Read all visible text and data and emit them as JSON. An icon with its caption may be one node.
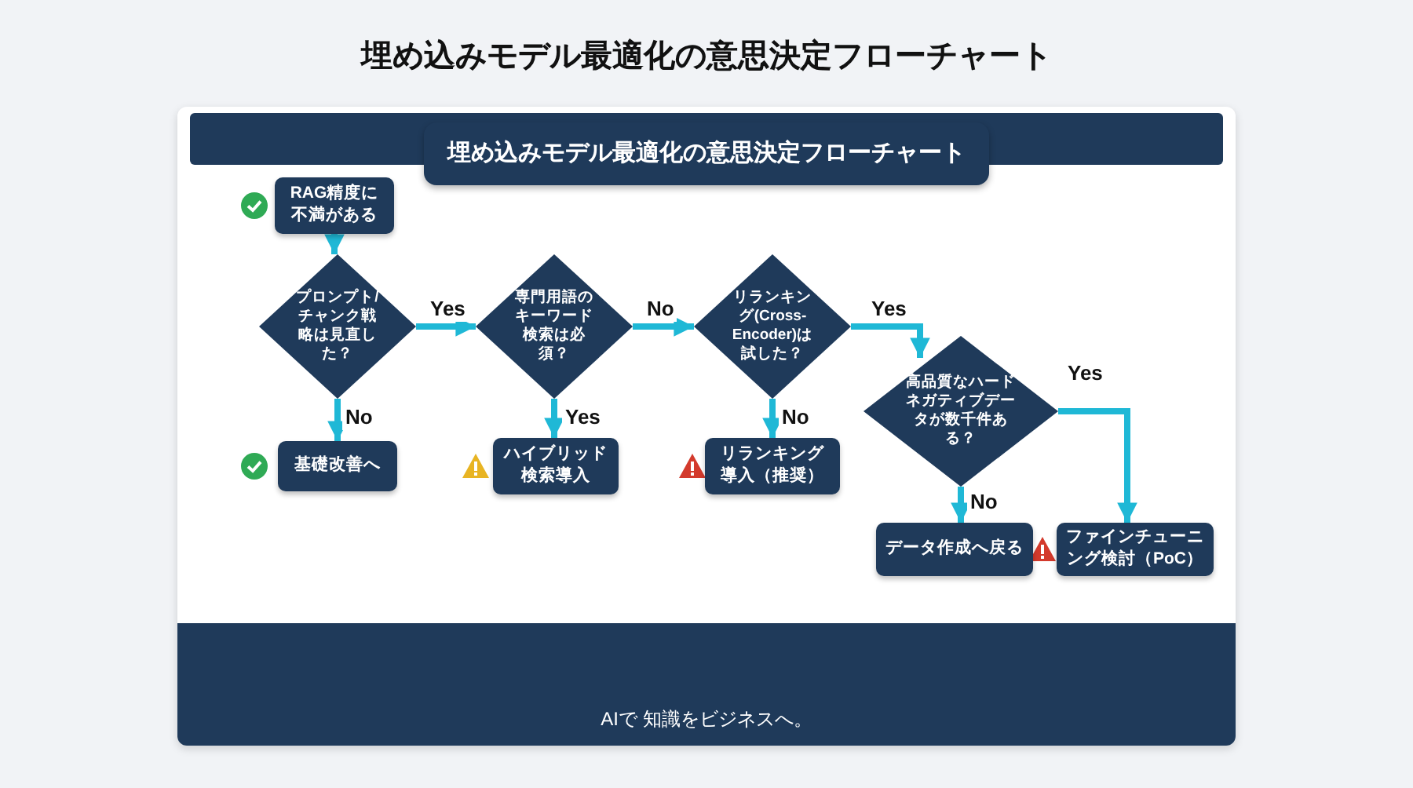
{
  "diagram": {
    "title": "埋め込みモデル最適化の意思決定フローチャート",
    "nodes": [
      {
        "text": [
          "埋め込みモデル最適化の意思決定フローチャート"
        ]
      },
      {
        "text": [
          "RAG精度に不満がある"
        ]
      },
      {
        "text": [
          "プロンプト/チャンク戦略は見直した？"
        ]
      },
      {
        "text": [
          "専門用語のキーワード検索は必須？"
        ]
      },
      {
        "text": [
          "リランキング(Cross-Encoder)は試した？"
        ]
      },
      {
        "text": [
          "高品質なハードネガティブデータが数千件ある？"
        ]
      },
      {
        "text": [
          "基礎改善へ"
        ]
      },
      {
        "text": [
          "ハイブリッド検索導入"
        ]
      },
      {
        "text": [
          "リランキング導入（推奨）"
        ]
      },
      {
        "text": [
          "データ作成へ戻る"
        ]
      },
      {
        "text": [
          "ファインチューニング検討（PoC）"
        ]
      }
    ],
    "edges": [
      {
        "from": 1,
        "to": 2,
        "arrow": "to"
      },
      {
        "from": 2,
        "to": 3,
        "arrow": "to",
        "label": "Yes"
      },
      {
        "from": 2,
        "to": 6,
        "arrow": "to",
        "label": "No"
      },
      {
        "from": 3,
        "to": 4,
        "arrow": "to",
        "label": "No"
      },
      {
        "from": 3,
        "to": 7,
        "arrow": "to",
        "label": "Yes"
      },
      {
        "from": 4,
        "to": 5,
        "arrow": "to",
        "label": "Yes"
      },
      {
        "from": 4,
        "to": 8,
        "arrow": "to",
        "label": "No"
      },
      {
        "from": 5,
        "to": 10,
        "arrow": "to",
        "label": "Yes"
      },
      {
        "from": 5,
        "to": 9,
        "arrow": "to",
        "label": "No"
      }
    ],
    "labels": [
      "AIで 知識をビジネスへ。"
    ]
  }
}
